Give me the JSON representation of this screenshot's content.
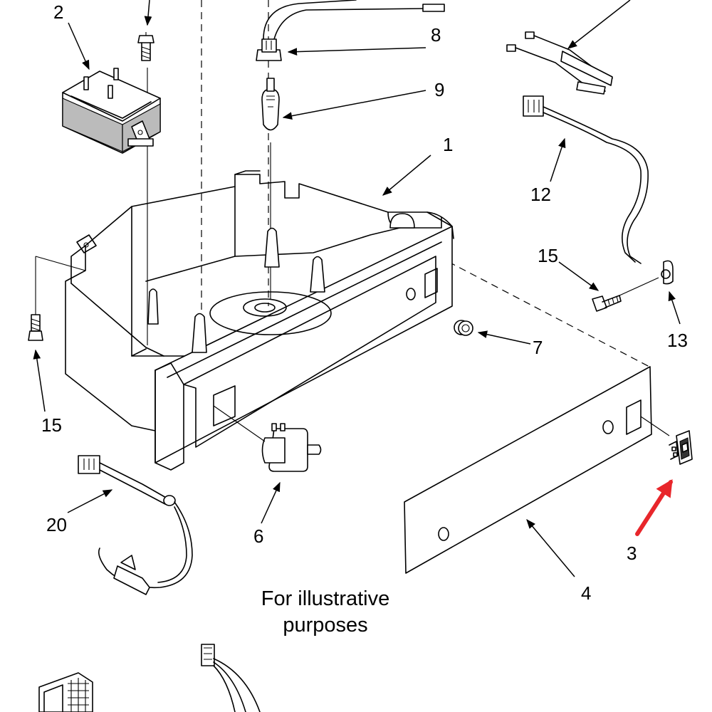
{
  "caption": {
    "line1": "For illustrative",
    "line2": "purposes"
  },
  "callouts": {
    "c1": "1",
    "c2": "2",
    "c3": "3",
    "c4": "4",
    "c6": "6",
    "c7": "7",
    "c8": "8",
    "c9": "9",
    "c12": "12",
    "c13": "13",
    "c15a": "15",
    "c15b": "15",
    "c20": "20"
  },
  "highlight_color": "#e8262b"
}
